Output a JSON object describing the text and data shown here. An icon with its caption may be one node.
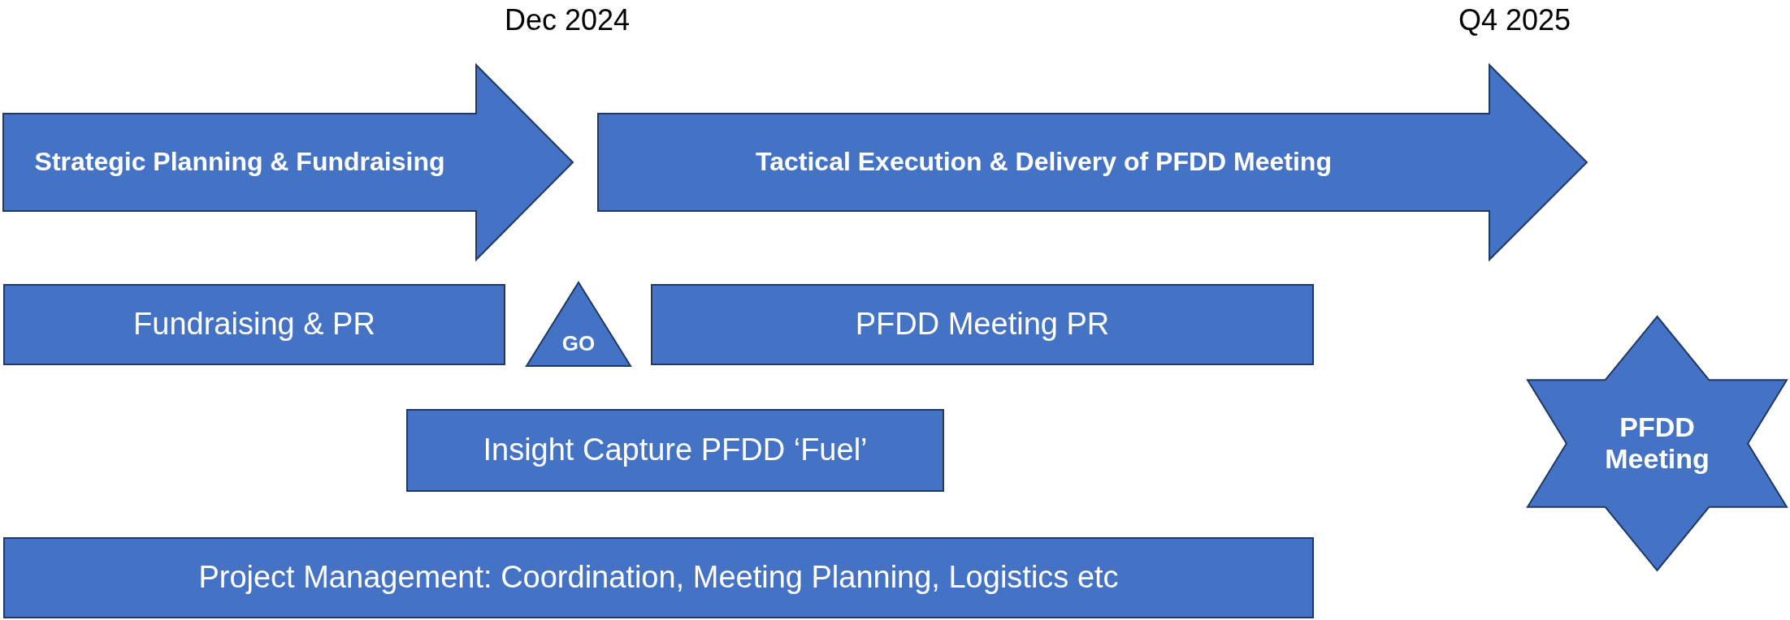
{
  "diagram": {
    "nodes": [
      {
        "text": [
          "Strategic Planning & Fundraising"
        ]
      },
      {
        "text": [
          "Tactical Execution & Delivery of PFDD Meeting"
        ]
      },
      {
        "text": [
          "Fundraising & PR"
        ]
      },
      {
        "text": [
          "GO"
        ]
      },
      {
        "text": [
          "PFDD Meeting PR"
        ]
      },
      {
        "text": [
          "Insight Capture PFDD ‘Fuel’"
        ]
      },
      {
        "text": [
          "PFDD Meeting"
        ]
      },
      {
        "text": [
          "Project Management: Coordination, Meeting Planning, Logistics etc"
        ]
      }
    ],
    "labels": [
      "Dec 2024",
      "Q4 2025"
    ]
  }
}
